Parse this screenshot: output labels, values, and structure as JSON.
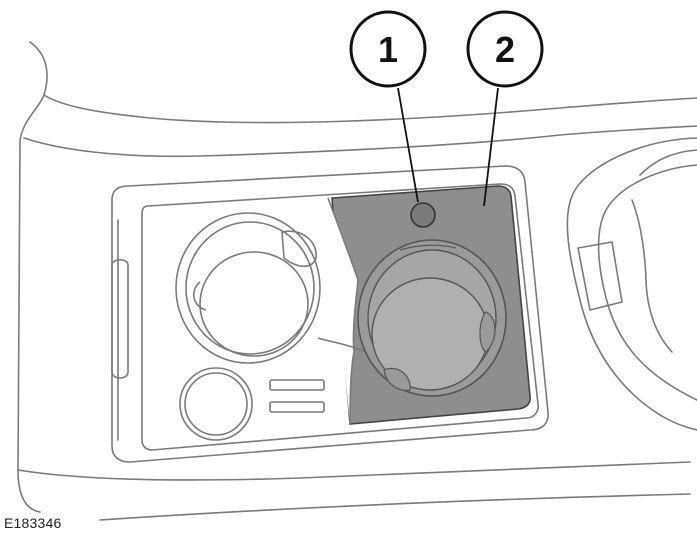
{
  "figure": {
    "code": "E183346",
    "callouts": [
      {
        "label": "1"
      },
      {
        "label": "2"
      }
    ],
    "colors": {
      "line": "#7a7a7a",
      "cover_fill": "#8e8e8e",
      "cover_stroke": "#444444",
      "callout_stroke": "#111111",
      "background": "#ffffff"
    }
  }
}
